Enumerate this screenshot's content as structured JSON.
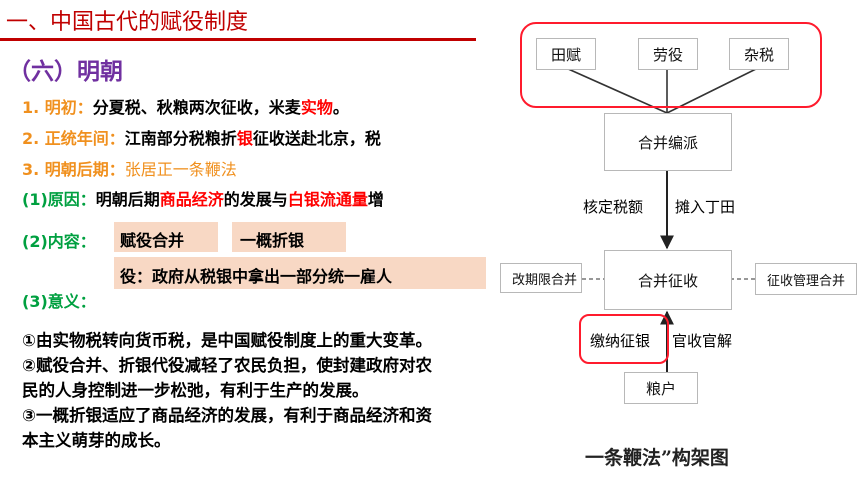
{
  "title": "一、中国古代的赋役制度",
  "subtitle": "（六）明朝",
  "items": [
    {
      "label": "1. 明初：",
      "text_a": "分夏税、秋粮两次征收，米麦",
      "text_red": "实物",
      "text_b": "。"
    },
    {
      "label": "2. 正统年间：",
      "text_a": "江南部分税粮折",
      "text_red": "银",
      "text_b": "征收送赴北京，税"
    },
    {
      "label": "3. 明朝后期：",
      "text_a": "张居正一条鞭法"
    }
  ],
  "reason": {
    "label": "(1)原因：",
    "text_a": "明朝后期",
    "red1": "商品经济",
    "text_b": "的发展与",
    "red2": "白银流通量",
    "text_c": "增"
  },
  "content": {
    "label": "(2)内容：",
    "tag1": "赋役合并",
    "tag2": "一概折银",
    "tag3": "役：政府从税银中拿出一部分统一雇人"
  },
  "significance": {
    "label": "(3)意义："
  },
  "paragraphs": [
    "①由实物税转向货币税，是中国赋役制度上的重大变革。",
    "②赋役合并、折银代役减轻了农民负担，使封建政府对农",
    "民的人身控制进一步松弛，有利于生产的发展。",
    "③一概折银适应了商品经济的发展，有利于商品经济和资",
    "本主义萌芽的成长。"
  ],
  "diagram": {
    "top_boxes": [
      "田赋",
      "劳役",
      "杂税"
    ],
    "merge_box": "合并编派",
    "arrow_left": "核定税额",
    "arrow_right": "摊入丁田",
    "center_box": "合并征收",
    "left_box": "改期限合并",
    "right_box": "征收管理合并",
    "bottom_left_box": "缴纳征银",
    "bottom_label": "官收官解",
    "bottom_box": "粮户",
    "caption": "一条鞭法”构架图"
  },
  "colors": {
    "title": "#c00000",
    "subtitle": "#7030a0",
    "orange": "#f0901e",
    "highlight_red": "#ff0000",
    "green": "#00a040",
    "tag_bg": "#f8d8c4",
    "frame": "#ff1b2d"
  }
}
